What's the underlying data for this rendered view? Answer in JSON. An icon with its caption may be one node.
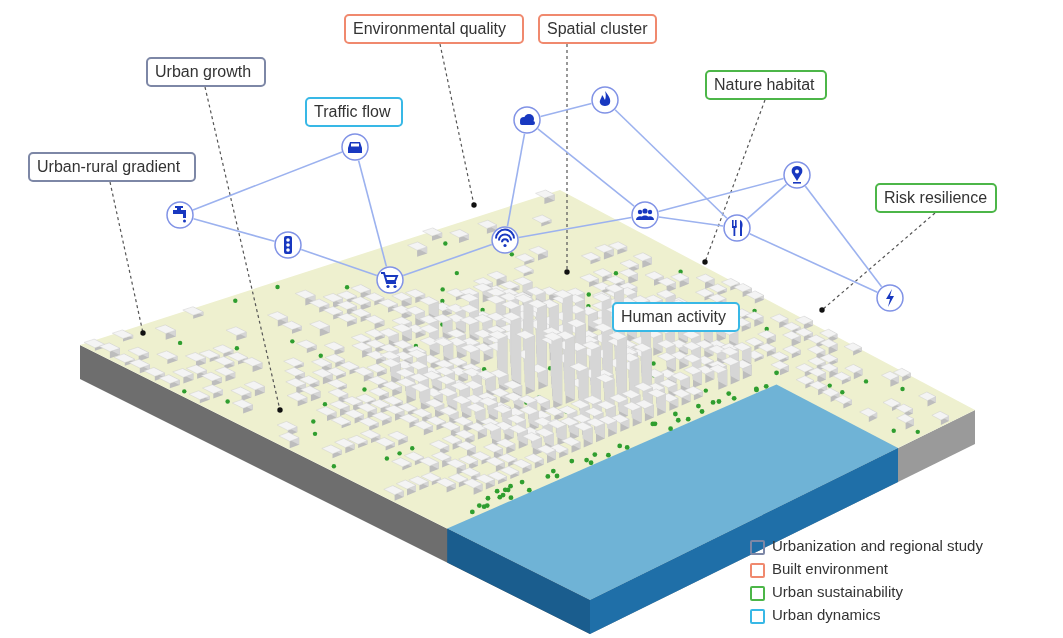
{
  "diagram": {
    "nodes": [
      {
        "text": [
          "Urban-rural gradient"
        ]
      },
      {
        "text": [
          "Urban growth"
        ]
      },
      {
        "text": [
          "Traffic flow"
        ]
      },
      {
        "text": [
          "Environmental quality"
        ]
      },
      {
        "text": [
          "Spatial cluster"
        ]
      },
      {
        "text": [
          "Nature habitat"
        ]
      },
      {
        "text": [
          "Human activity"
        ]
      },
      {
        "text": [
          "Risk resilience"
        ]
      },
      {
        "text": [],
        "shape": "circle"
      },
      {
        "text": [],
        "shape": "circle"
      },
      {
        "text": [],
        "shape": "circle"
      },
      {
        "text": [],
        "shape": "circle"
      },
      {
        "text": [],
        "shape": "circle"
      },
      {
        "text": [],
        "shape": "circle"
      },
      {
        "text": [],
        "shape": "circle"
      },
      {
        "text": [],
        "shape": "circle"
      },
      {
        "text": [],
        "shape": "circle"
      },
      {
        "text": [],
        "shape": "circle"
      },
      {
        "text": [],
        "shape": "circle"
      }
    ],
    "edges": [
      {
        "from": 0,
        "to": null,
        "arrow": "other",
        "style": "dashed",
        "color": "#555555"
      },
      {
        "from": 1,
        "to": null,
        "arrow": "other",
        "style": "dashed",
        "color": "#555555"
      },
      {
        "from": 3,
        "to": null,
        "arrow": "other",
        "style": "dashed",
        "color": "#555555"
      },
      {
        "from": 4,
        "to": null,
        "arrow": "other",
        "style": "dashed",
        "color": "#555555"
      },
      {
        "from": 5,
        "to": null,
        "arrow": "other",
        "style": "dashed",
        "color": "#555555"
      },
      {
        "from": 7,
        "to": null,
        "arrow": "other",
        "style": "dashed",
        "color": "#555555"
      },
      {
        "from": 8,
        "to": 10,
        "arrow": "none"
      },
      {
        "from": 8,
        "to": 9,
        "arrow": "none"
      },
      {
        "from": 9,
        "to": 11,
        "arrow": "none"
      },
      {
        "from": 10,
        "to": 11,
        "arrow": "none"
      },
      {
        "from": 11,
        "to": 12,
        "arrow": "none"
      },
      {
        "from": 13,
        "to": 12,
        "arrow": "none"
      },
      {
        "from": 13,
        "to": 15,
        "arrow": "none"
      },
      {
        "from": 13,
        "to": 14,
        "arrow": "none"
      },
      {
        "from": 14,
        "to": 16,
        "arrow": "none"
      },
      {
        "from": 12,
        "to": 15,
        "arrow": "none"
      },
      {
        "from": 15,
        "to": 17,
        "arrow": "none"
      },
      {
        "from": 15,
        "to": 16,
        "arrow": "none"
      },
      {
        "from": 17,
        "to": 16,
        "arrow": "none"
      },
      {
        "from": 17,
        "to": 18,
        "arrow": "none"
      },
      {
        "from": 16,
        "to": 18,
        "arrow": "none"
      }
    ],
    "legend": [
      {
        "text": "Urbanization and regional study",
        "color": "#7d87a6"
      },
      {
        "text": "Built environment",
        "color": "#f0896e"
      },
      {
        "text": "Urban sustainability",
        "color": "#4cb648"
      },
      {
        "text": "Urban dynamics",
        "color": "#38b8e6"
      }
    ]
  }
}
